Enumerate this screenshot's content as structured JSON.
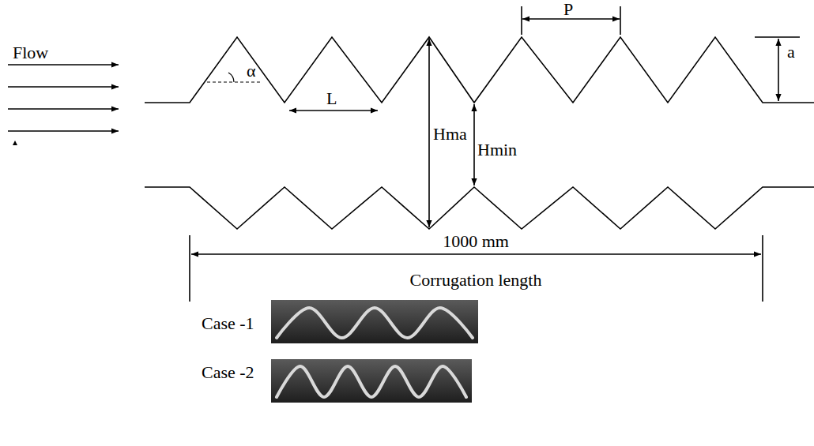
{
  "diagram": {
    "labels": [
      "Flow",
      "α",
      "L",
      "P",
      "a",
      "Hma",
      "Hmin",
      "1000 mm",
      "Corrugation length",
      "Case -1",
      "Case -2"
    ]
  }
}
